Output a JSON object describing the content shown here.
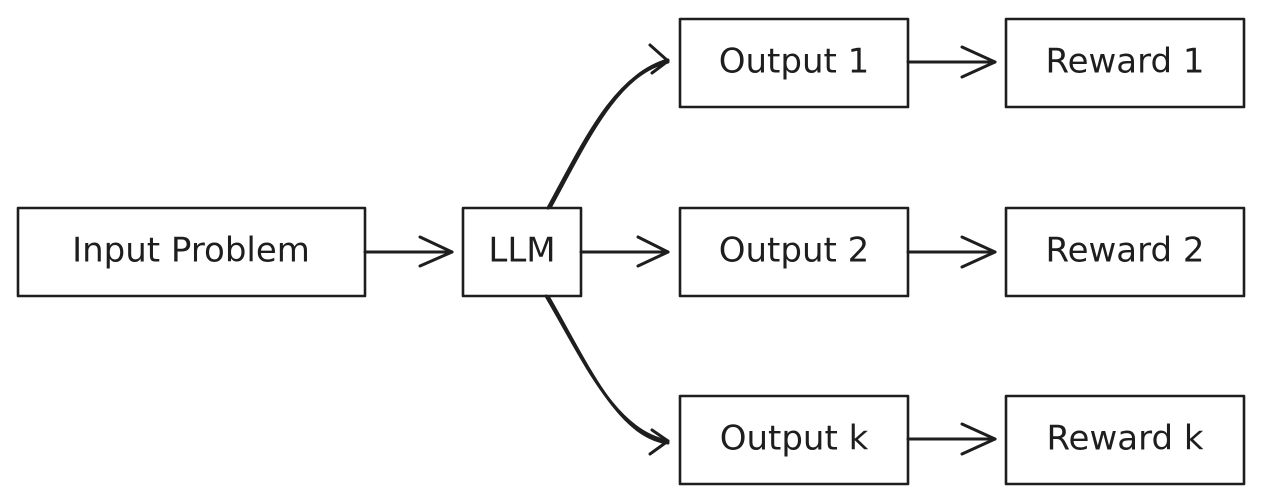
{
  "diagram": {
    "nodes": {
      "input": {
        "label": "Input Problem"
      },
      "llm": {
        "label": "LLM"
      },
      "output_1": {
        "label": "Output 1"
      },
      "output_2": {
        "label": "Output 2"
      },
      "output_k": {
        "label": "Output k"
      },
      "reward_1": {
        "label": "Reward 1"
      },
      "reward_2": {
        "label": "Reward 2"
      },
      "reward_k": {
        "label": "Reward k"
      }
    },
    "edges": [
      {
        "from": "input",
        "to": "llm"
      },
      {
        "from": "llm",
        "to": "output_1"
      },
      {
        "from": "llm",
        "to": "output_2"
      },
      {
        "from": "llm",
        "to": "output_k"
      },
      {
        "from": "output_1",
        "to": "reward_1"
      },
      {
        "from": "output_2",
        "to": "reward_2"
      },
      {
        "from": "output_k",
        "to": "reward_k"
      }
    ],
    "colors": {
      "stroke": "#1e1e1e",
      "background": "#ffffff"
    }
  }
}
